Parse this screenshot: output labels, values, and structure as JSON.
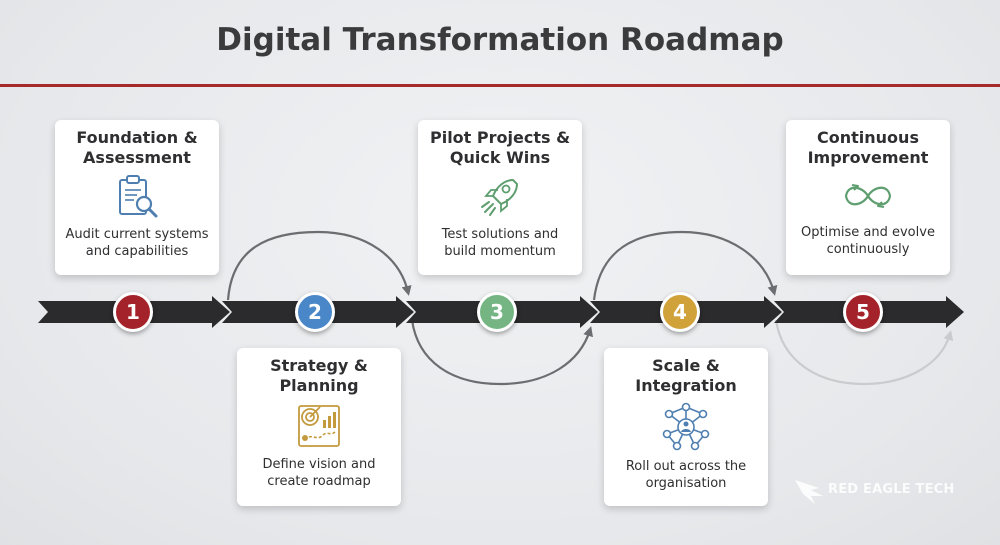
{
  "title": "Digital Transformation Roadmap",
  "colors": {
    "accent_line": "#a52a2a",
    "arrow": "#2b2b2d",
    "step_1": "#a4232a",
    "step_2": "#4a87c8",
    "step_3": "#74b583",
    "step_4": "#d1a13a",
    "step_5": "#a4232a",
    "icon_blue": "#4f7fb0",
    "icon_gold": "#c39a3e",
    "icon_green": "#5e9e6f"
  },
  "steps": [
    {
      "number": "1",
      "title": "Foundation &\nAssessment",
      "description": "Audit current systems\nand capabilities",
      "icon": "clipboard-magnifier-icon"
    },
    {
      "number": "2",
      "title": "Strategy &\nPlanning",
      "description": "Define vision and\ncreate roadmap",
      "icon": "target-map-chart-icon"
    },
    {
      "number": "3",
      "title": "Pilot Projects &\nQuick Wins",
      "description": "Test solutions and\nbuild momentum",
      "icon": "rocket-icon"
    },
    {
      "number": "4",
      "title": "Scale &\nIntegration",
      "description": "Roll out across the\norganisation",
      "icon": "network-hub-icon"
    },
    {
      "number": "5",
      "title": "Continuous\nImprovement",
      "description": "Optimise and evolve\ncontinuously",
      "icon": "infinity-loop-icon"
    }
  ],
  "brand": {
    "name": "RED EAGLE TECH",
    "icon": "eagle-logo-icon"
  }
}
